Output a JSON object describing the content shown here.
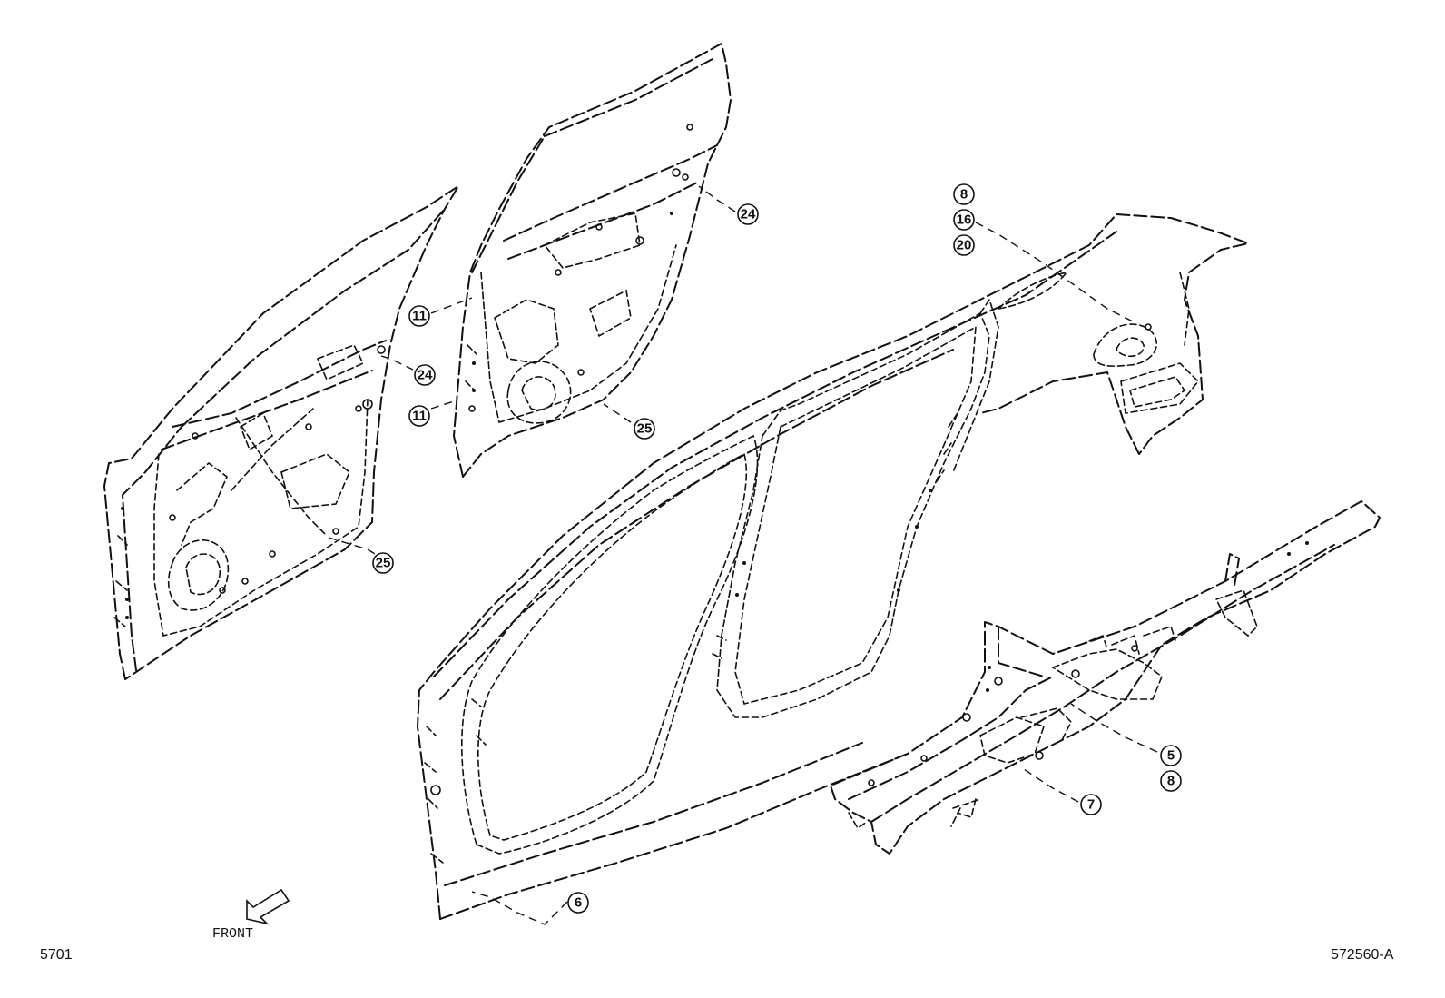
{
  "callouts": {
    "c11a": "11",
    "c11b": "11",
    "c24a": "24",
    "c24b": "24",
    "c25a": "25",
    "c25b": "25",
    "c8a": "8",
    "c16": "16",
    "c20": "20",
    "c5": "5",
    "c8b": "8",
    "c7": "7",
    "c6": "6"
  },
  "front_label": "FRONT",
  "page_code": "5701",
  "figure_code": "572560-A"
}
